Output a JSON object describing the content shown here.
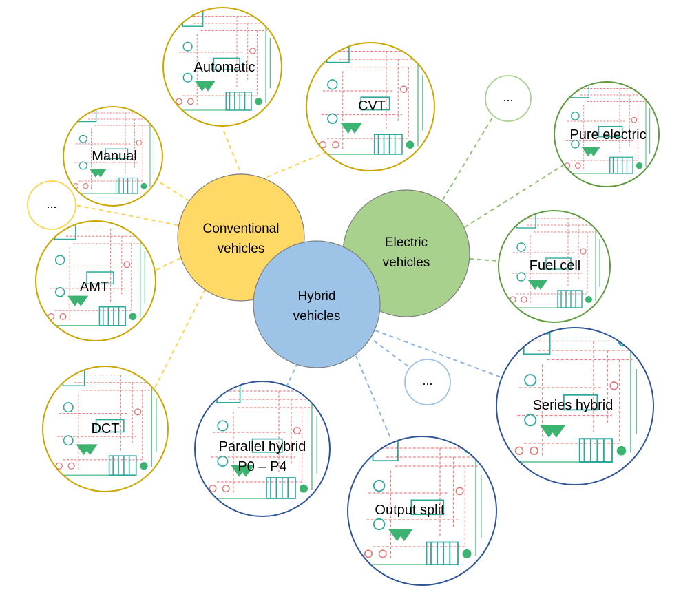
{
  "hubs": {
    "conventional": {
      "line1": "Conventional",
      "line2": "vehicles",
      "fill": "#FFD966",
      "stroke": "#7F7F7F"
    },
    "electric": {
      "line1": "Electric",
      "line2": "vehicles",
      "fill": "#A9D18E",
      "stroke": "#7F7F7F"
    },
    "hybrid": {
      "line1": "Hybrid",
      "line2": "vehicles",
      "fill": "#9DC3E6",
      "stroke": "#7F7F7F"
    }
  },
  "nodes": {
    "automatic": {
      "label": "Automatic"
    },
    "cvt": {
      "label": "CVT"
    },
    "manual": {
      "label": "Manual"
    },
    "amt": {
      "label": "AMT"
    },
    "dct": {
      "label": "DCT"
    },
    "pure_electric": {
      "label": "Pure electric"
    },
    "fuel_cell": {
      "label": "Fuel cell"
    },
    "series_hybrid": {
      "label": "Series hybrid"
    },
    "parallel_hybrid": {
      "line1": "Parallel hybrid",
      "line2": "P0 – P4"
    },
    "output_split": {
      "label": "Output split"
    }
  },
  "ellipsis": {
    "conventional": "...",
    "electric": "...",
    "hybrid": "..."
  },
  "colors": {
    "conventional_border": "#C9A700",
    "conventional_dash": "#FFD34F",
    "electric_border": "#5E9A3E",
    "electric_dash": "#8FBF70",
    "hybrid_border": "#2F5597",
    "hybrid_dash": "#8DB3E2",
    "schematic_red": "#F08080",
    "schematic_green": "#3CB371",
    "schematic_teal": "#2FA89C"
  }
}
